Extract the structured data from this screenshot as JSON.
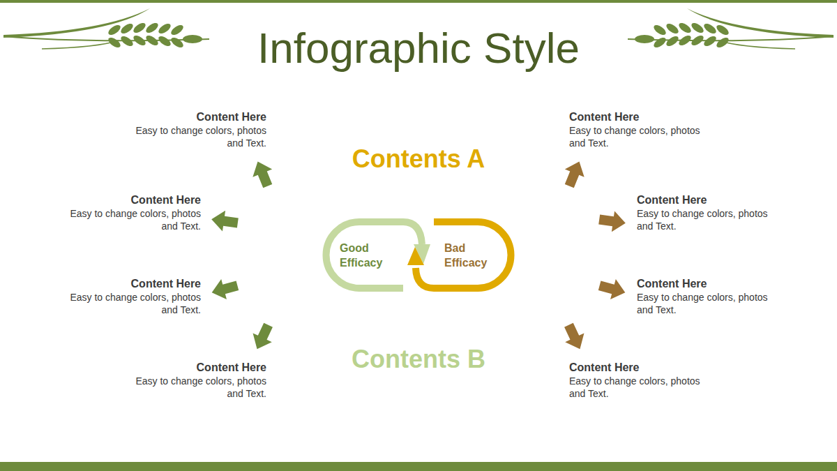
{
  "diagram": {
    "title": "Infographic Style",
    "nodes": [
      {
        "text": [
          "Good Efficacy"
        ]
      },
      {
        "text": [
          "Bad Efficacy"
        ]
      }
    ],
    "labels": [
      "Contents A",
      "Contents B",
      "Content Here",
      "Easy to change colors, photos and Text.",
      "Content Here",
      "Easy to change colors, photos and Text.",
      "Content Here",
      "Easy to change colors, photos and Text.",
      "Content Here",
      "Easy to change colors, photos and Text.",
      "Content Here",
      "Easy to change colors, photos and Text.",
      "Content Here",
      "Easy to change colors, photos and Text.",
      "Content Here",
      "Easy to change colors, photos and Text.",
      "Content Here",
      "Easy to change colors, photos and Text."
    ]
  }
}
